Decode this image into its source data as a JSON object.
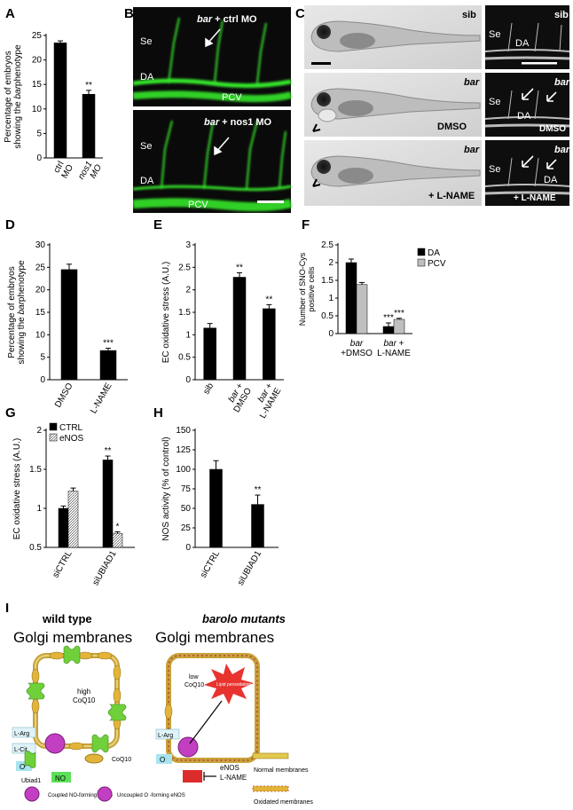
{
  "panel_letters": {
    "A": "A",
    "B": "B",
    "C": "C",
    "D": "D",
    "E": "E",
    "F": "F",
    "G": "G",
    "H": "H",
    "I": "I"
  },
  "colors": {
    "micro_bg": "#0a0a0a",
    "vessel_green": "#35e62a",
    "bright_bg": "#d7d7d7",
    "bar": "#000000",
    "bar_light": "#bfbfbf",
    "ubiad1": "#6fd03a",
    "coq10": "#e2b43a",
    "eNOS": "#c23fc2",
    "no_box": "#5ce05a",
    "o2_box": "#dc2b2b",
    "lipid_burst": "#e8332e",
    "membrane_gold": "#c8a23a",
    "o2_in": "#a8e4ef",
    "larg_box": "#dff3f8"
  },
  "panelB": {
    "top_label": "bar + ctrl MO",
    "top_label_italic": "bar",
    "top_label_rest": " + ctrl MO",
    "bottom_label_italic": "bar",
    "bottom_label_rest": " + nos1 MO",
    "se": "Se",
    "da": "DA",
    "pcv": "PCV"
  },
  "panelC": {
    "sib": "sib",
    "bar": "bar",
    "dmso": "DMSO",
    "lname": "+ L-NAME",
    "se": "Se",
    "da": "DA"
  },
  "panelI": {
    "wt_title": "wild type",
    "mut_title": "barolo mutants",
    "golgi": "Golgi membranes",
    "high": "high",
    "low": "low",
    "coq10": "CoQ10",
    "larg": "L-Arg",
    "lcit": "L-Cit",
    "o2": "O",
    "no": "NO",
    "enos": "eNOS",
    "lname": "L-NAME",
    "lipid": "Lipid peroxidation",
    "q10": "Q10",
    "legend": {
      "ubiad1": "Ubiad1",
      "coq10": "CoQ10",
      "normal": "Normal membranes",
      "coupled": "Coupled NO-forming eNOS",
      "uncoupled": "Uncoupled O -forming eNOS",
      "oxidated": "Oxidated membranes"
    }
  },
  "chart_data": [
    {
      "panel": "A",
      "type": "bar",
      "ylabel": "Percentage of embryos showing the bar phenotype",
      "categories": [
        "ctrl MO",
        "nos1 MO"
      ],
      "values": [
        23.5,
        13
      ],
      "errors": [
        0.4,
        0.8
      ],
      "annotations": [
        "",
        "**"
      ],
      "ylim": [
        0,
        25
      ],
      "yticks": [
        "0",
        "5",
        "10",
        "15",
        "20",
        "25"
      ]
    },
    {
      "panel": "D",
      "type": "bar",
      "ylabel": "Percentage of embryos showing the bar phenotype",
      "categories": [
        "DMSO",
        "L-NAME"
      ],
      "values": [
        24.5,
        6.5
      ],
      "errors": [
        1.2,
        0.5
      ],
      "annotations": [
        "",
        "***"
      ],
      "ylim": [
        0,
        30
      ],
      "yticks": [
        "0",
        "5",
        "10",
        "15",
        "20",
        "25",
        "30"
      ]
    },
    {
      "panel": "E",
      "type": "bar",
      "ylabel": "EC oxidative stress (A.U.)",
      "categories": [
        "sib",
        "bar+ DMSO",
        "bar + L-NAME"
      ],
      "values": [
        1.15,
        2.28,
        1.58
      ],
      "errors": [
        0.1,
        0.1,
        0.09
      ],
      "annotations": [
        "",
        "**",
        "**"
      ],
      "ylim": [
        0,
        3
      ],
      "yticks": [
        "0",
        "0.5",
        "1",
        "1.5",
        "2",
        "2.5",
        "3"
      ]
    },
    {
      "panel": "F",
      "type": "bar",
      "ylabel": "Number of SNO-Cys positive cells",
      "categories": [
        "bar +DMSO",
        "bar + L-NAME"
      ],
      "series": [
        {
          "name": "DA",
          "values": [
            2.0,
            0.2
          ],
          "errors": [
            0.1,
            0.1
          ],
          "annotations": [
            "",
            "***"
          ]
        },
        {
          "name": "PCV",
          "values": [
            1.38,
            0.4
          ],
          "errors": [
            0.06,
            0.03
          ],
          "annotations": [
            "",
            "***"
          ]
        }
      ],
      "ylim": [
        0,
        2.5
      ],
      "yticks": [
        "0",
        "0.5",
        "1",
        "1.5",
        "2",
        "2.5"
      ],
      "legend": "top-right"
    },
    {
      "panel": "G",
      "type": "bar",
      "ylabel": "EC oxidative stress (A.U.)",
      "categories": [
        "siCTRL",
        "siUBIAD1"
      ],
      "series": [
        {
          "name": "CTRL",
          "values": [
            1.0,
            1.62
          ],
          "errors": [
            0.03,
            0.05
          ],
          "annotations": [
            "",
            "**"
          ]
        },
        {
          "name": "eNOS",
          "values": [
            1.22,
            0.68
          ],
          "errors": [
            0.04,
            0.02
          ],
          "annotations": [
            "",
            "*"
          ]
        }
      ],
      "ylim": [
        0.5,
        2
      ],
      "yticks": [
        "0.5",
        "1",
        "1.5",
        "2"
      ],
      "legend": "top-left"
    },
    {
      "panel": "H",
      "type": "bar",
      "ylabel": "NOS activity (% of control)",
      "categories": [
        "siCTRL",
        "siUBIAD1"
      ],
      "values": [
        100,
        55
      ],
      "errors": [
        11,
        12
      ],
      "annotations": [
        "",
        "**"
      ],
      "ylim": [
        0,
        150
      ],
      "yticks": [
        "0",
        "25",
        "50",
        "75",
        "100",
        "125",
        "150"
      ]
    }
  ]
}
